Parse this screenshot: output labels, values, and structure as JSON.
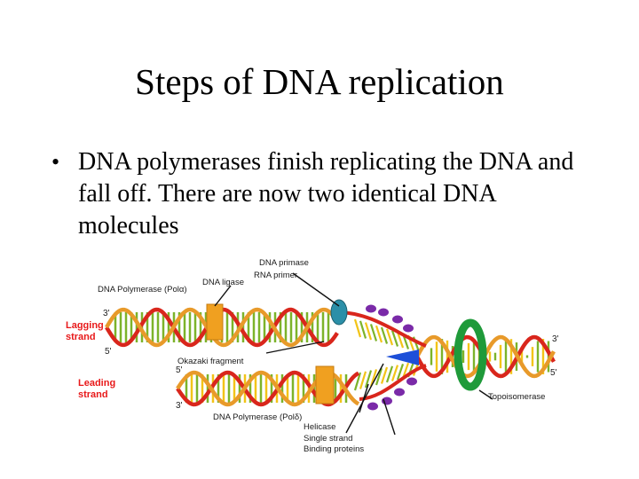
{
  "slide": {
    "title": "Steps of DNA replication",
    "bullet": "DNA polymerases finish replicating the DNA and fall off.  There are now two identical DNA molecules"
  },
  "diagram": {
    "labels": {
      "dna_primase": "DNA primase",
      "rna_primer": "RNA primer",
      "dna_ligase": "DNA ligase",
      "dna_polymerase_top": "DNA Polymerase (Polα)",
      "okazaki": "Okazaki fragment",
      "dna_polymerase_bottom": "DNA Polymerase (Polδ)",
      "helicase": "Helicase",
      "ssb_line1": "Single strand",
      "ssb_line2": "Binding proteins",
      "topoisomerase": "Topoisomerase"
    },
    "strand_labels": {
      "lagging_line1": "Lagging",
      "lagging_line2": "strand",
      "leading_line1": "Leading",
      "leading_line2": "strand"
    },
    "ends": {
      "lag_top_left": "3'",
      "lag_bottom_left": "5'",
      "lead_top_left": "5'",
      "lead_bottom_left": "3'",
      "right_top": "3'",
      "right_bottom": "5'"
    },
    "colors": {
      "backbone_red": "#d9261c",
      "backbone_orange": "#e89a2a",
      "rung_green": "#7cb32a",
      "rung_yellow": "#f2c418",
      "polymerase": "#f0a020",
      "helicase": "#1d4fd8",
      "topoisomerase": "#1f9a3a",
      "primase": "#2b8fa8",
      "ssb": "#7a2aa8"
    }
  }
}
